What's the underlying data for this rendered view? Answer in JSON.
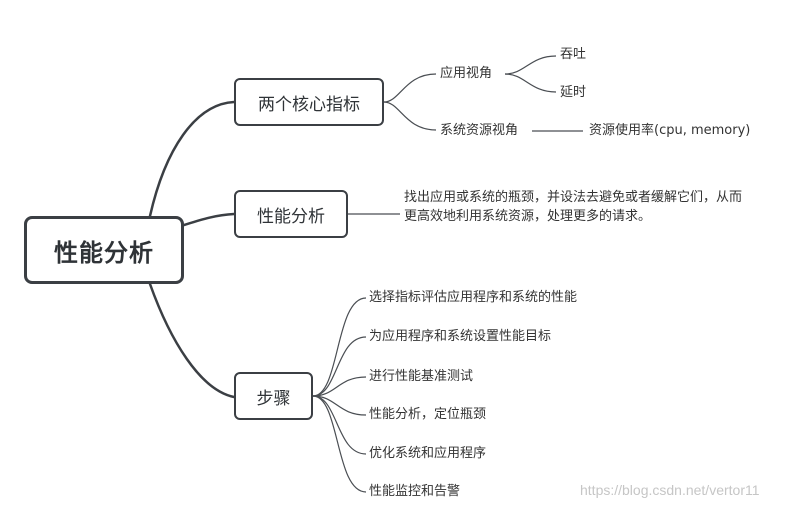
{
  "root": "性能分析",
  "branches": {
    "core": {
      "label": "两个核心指标",
      "app_view": "应用视角",
      "throughput": "吞吐",
      "latency": "延时",
      "sys_view": "系统资源视角",
      "sys_rate": "资源使用率(cpu, memory)"
    },
    "analysis": {
      "label": "性能分析",
      "note": "找出应用或系统的瓶颈，并设法去避免或者缓解它们，从而更高效地利用系统资源，处理更多的请求。"
    },
    "steps": {
      "label": "步骤",
      "items": [
        "选择指标评估应用程序和系统的性能",
        "为应用程序和系统设置性能目标",
        "进行性能基准测试",
        "性能分析，定位瓶颈",
        "优化系统和应用程序",
        "性能监控和告警"
      ]
    }
  },
  "watermark": "https://blog.csdn.net/vertor11",
  "colors": {
    "line": "#3b3f44",
    "text": "#333333",
    "watermark": "#c6c6c6"
  }
}
